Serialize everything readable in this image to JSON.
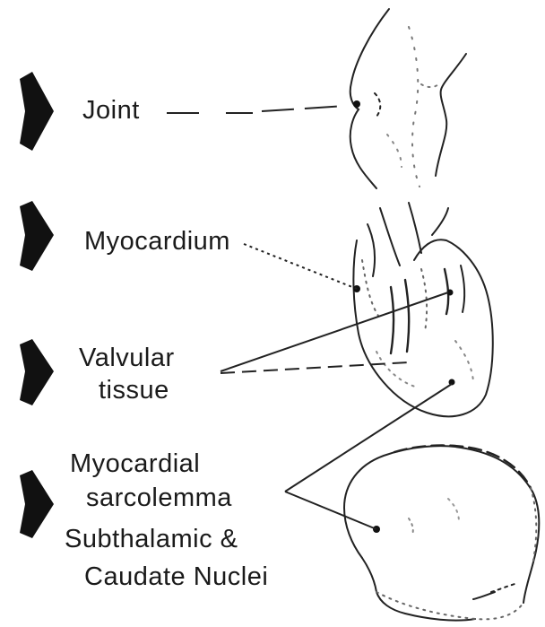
{
  "labels": {
    "joint": "Joint",
    "myocardium": "Myocardium",
    "valvular_line1": "Valvular",
    "valvular_line2": "tissue",
    "sarcolemma_line1": "Myocardial",
    "sarcolemma_line2": "sarcolemma",
    "nuclei_line1": "Subthalamic &",
    "nuclei_line2": "Caudate Nuclei"
  },
  "colors": {
    "ink": "#1a1a1a",
    "background": "#ffffff"
  },
  "icons": [
    "arrow-joint-icon",
    "arrow-myocardium-icon",
    "arrow-valvular-icon",
    "arrow-sarcolemma-icon"
  ]
}
